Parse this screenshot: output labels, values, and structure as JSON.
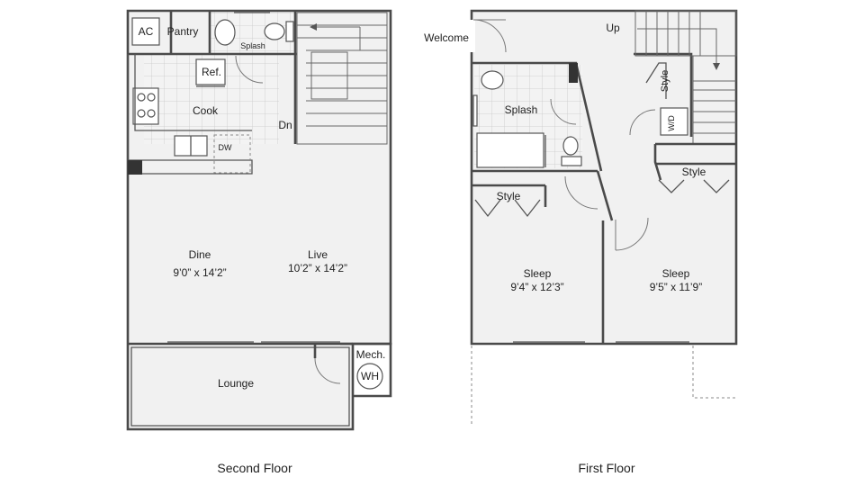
{
  "second_floor": {
    "caption": "Second Floor",
    "rooms": {
      "ac": "AC",
      "pantry": "Pantry",
      "splash": "Splash",
      "ref": "Ref.",
      "cook": "Cook",
      "dw": "DW",
      "dn": "Dn",
      "dine": "Dine",
      "dine_size": "9’0” x 14’2”",
      "live": "Live",
      "live_size": "10’2” x 14’2”",
      "lounge": "Lounge",
      "mech": "Mech.",
      "wh": "WH"
    }
  },
  "first_floor": {
    "caption": "First Floor",
    "rooms": {
      "welcome": "Welcome",
      "up": "Up",
      "splash": "Splash",
      "style_closet_upper": "Style",
      "wd": "W/D",
      "style_left": "Style",
      "style_right": "Style",
      "sleep_left": "Sleep",
      "sleep_left_size": "9’4” x 12’3”",
      "sleep_right": "Sleep",
      "sleep_right_size": "9’5” x 11’9”"
    }
  }
}
